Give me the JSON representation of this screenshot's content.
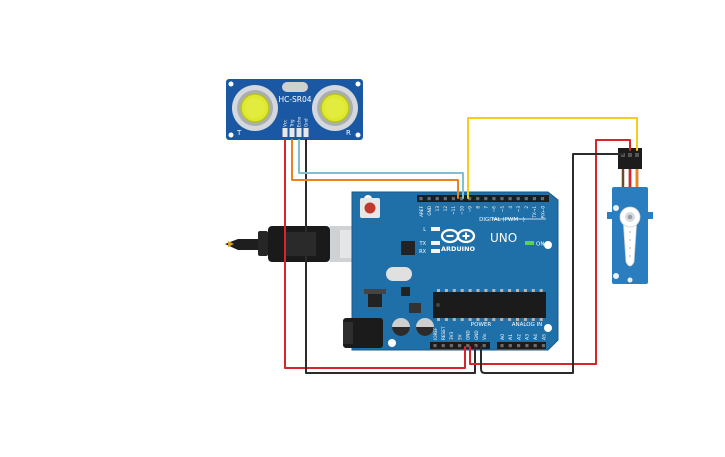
{
  "sensor": {
    "label": "HC-SR04",
    "corner_left": "T",
    "corner_right": "R",
    "pins": [
      "Vcc",
      "Trig",
      "Echo",
      "Gnd"
    ]
  },
  "arduino": {
    "brand": "ARDUINO",
    "model": "UNO",
    "on_label": "ON",
    "led_labels": [
      "L",
      "TX",
      "RX"
    ],
    "digital_label": "DIGITAL (PWM~)",
    "digital_pins": [
      "AREF",
      "GND",
      "13",
      "12",
      "~11",
      "~10",
      "~9",
      "8",
      "7",
      "~6",
      "~5",
      "4",
      "~3",
      "2",
      "TX→1",
      "RX←0"
    ],
    "power_label": "POWER",
    "power_pins": [
      "IOREF",
      "RESET",
      "3V3",
      "5V",
      "GND",
      "GND",
      "Vin"
    ],
    "analog_label": "ANALOG IN",
    "analog_pins": [
      "A0",
      "A1",
      "A2",
      "A3",
      "A4",
      "A5"
    ]
  },
  "colors": {
    "board": "#1f6fa8",
    "sensor_board": "#1b58a3",
    "servo": "#2a7ec0",
    "wire_red": "#d7262b",
    "wire_black": "#2b2b2b",
    "wire_orange": "#e8831e",
    "wire_teal": "#7cc2cf",
    "wire_yellow": "#f5cd1b",
    "usb_cable": "#1e1e1e"
  }
}
